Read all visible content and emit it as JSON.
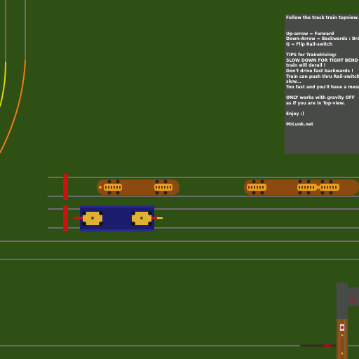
{
  "help": {
    "lines": [
      "Follow the track train topview.",
      "",
      "",
      "Up-arrow = Forward",
      "Down-Arrow = Backwards : Bra",
      "Q = Flip Rail-switch",
      "",
      "TIPS for Traindriving:",
      "SLOW DOWN FOR TIGHT BEND",
      "train will derail !",
      "Don't drive fast backwards !",
      "Train can push thru Rail-switch",
      "slow...",
      "Too fast and you'll have a mess",
      "",
      "ONLY works with gravity OFF",
      "as if you are in Top-view.",
      "",
      "Enjoy :)",
      "",
      "MrLunk.net"
    ]
  },
  "colors": {
    "ground": "#2f5014",
    "rail": "#6b6b6b",
    "signal": "#cc1111",
    "wagon": "#8b4a10",
    "locomotive": "#1c1c6e",
    "curve_yellow": "#e8d010",
    "curve_orange": "#f07a10"
  }
}
